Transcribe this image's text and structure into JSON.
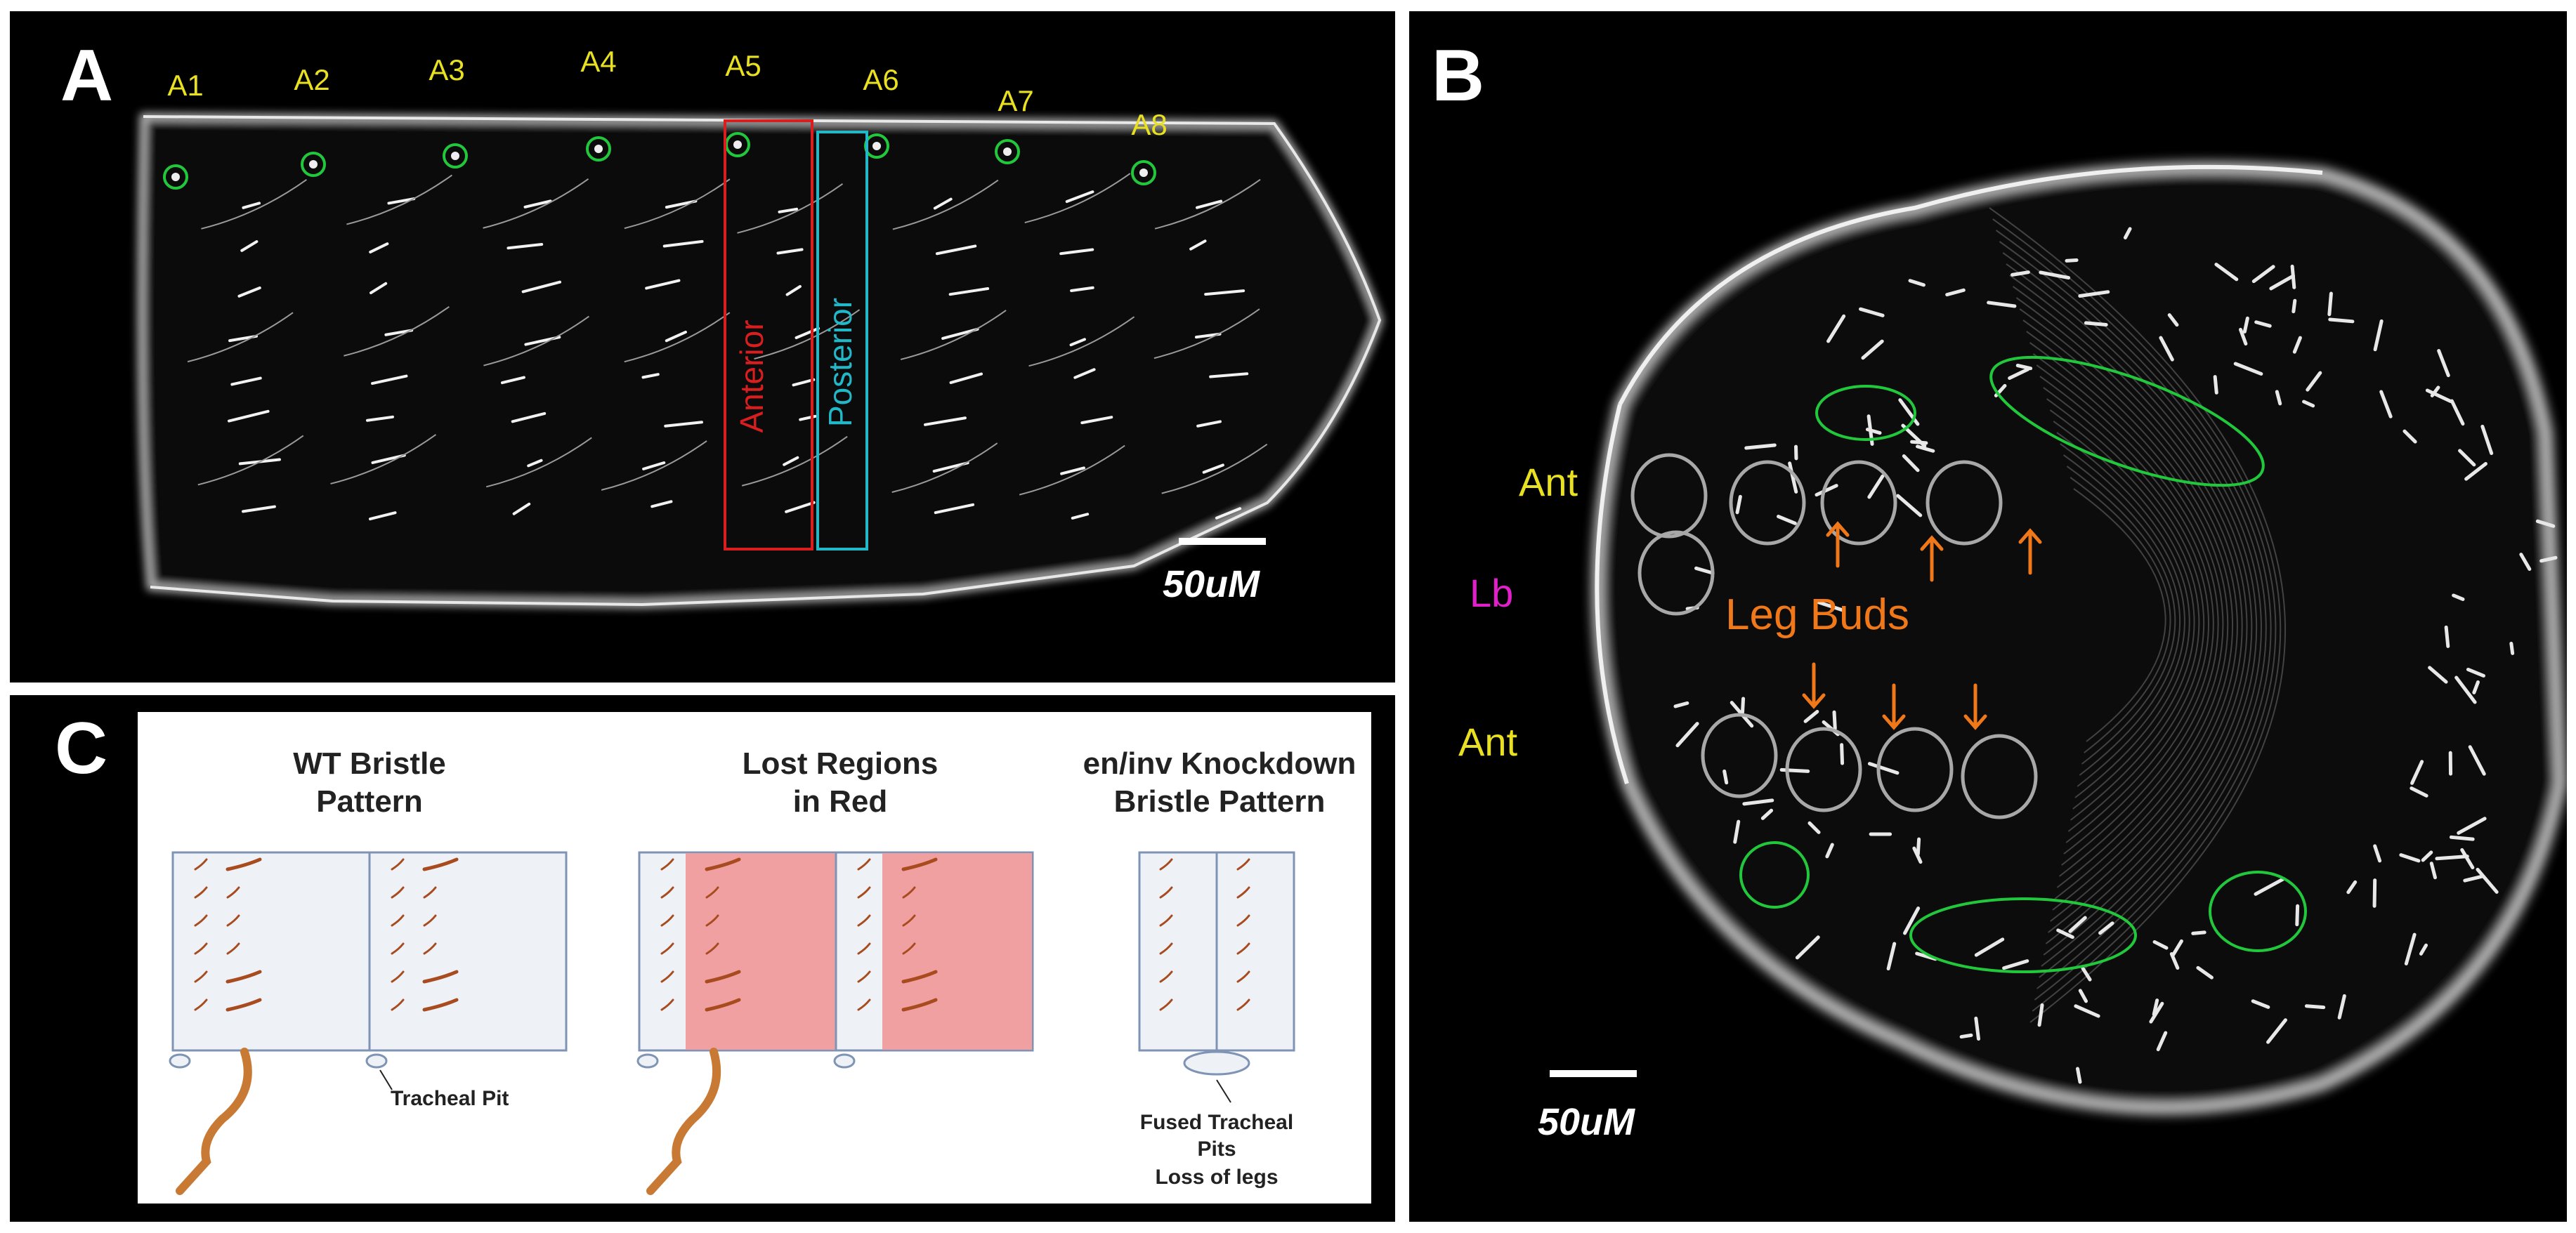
{
  "panel_a": {
    "letter": "A",
    "segments": [
      "A1",
      "A2",
      "A3",
      "A4",
      "A5",
      "A6",
      "A7",
      "A8"
    ],
    "anterior_label": "Anterior",
    "posterior_label": "Posterior",
    "scale_label": "50uM",
    "colors": {
      "segment_label": "#e8e020",
      "spiracle_circle": "#22c83c",
      "anterior_box": "#d81e1e",
      "posterior_box": "#22b8c8"
    }
  },
  "panel_b": {
    "letter": "B",
    "ant_top_label": "Ant",
    "lb_label": "Lb",
    "ant_bottom_label": "Ant",
    "leg_buds_label": "Leg Buds",
    "scale_label": "50uM",
    "colors": {
      "ant": "#e8e020",
      "lb": "#e020c8",
      "leg_buds": "#f07818",
      "circle": "#22c83c"
    }
  },
  "panel_c": {
    "letter": "C",
    "wt_title": [
      "WT Bristle",
      "Pattern"
    ],
    "lost_title": [
      "Lost Regions",
      "in Red"
    ],
    "kd_title": [
      "en/inv Knockdown",
      "Bristle Pattern"
    ],
    "tracheal_pit_label": "Tracheal Pit",
    "fused_label": [
      "Fused Tracheal",
      "Pits",
      "Loss of legs"
    ],
    "colors": {
      "segment_fill": "#eef2f7",
      "segment_border": "#7f94b4",
      "lost_fill": "#f0a0a0",
      "bristle": "#a84c20",
      "leg": "#c87a34"
    }
  }
}
